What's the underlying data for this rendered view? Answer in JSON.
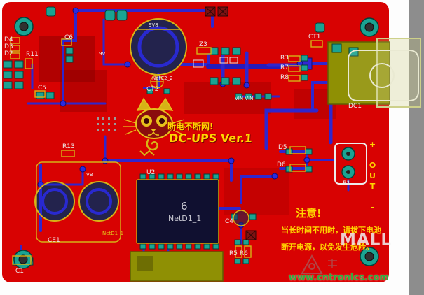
{
  "window": {
    "background": "#ffffff",
    "side_strip_color": "#8d8d8d"
  },
  "board": {
    "color": "#d80202",
    "silk_color": "#d6b316",
    "trace_color": "#2828d8",
    "pad_color": "#1aa392"
  },
  "logo": {
    "line1": "断电不断网!",
    "line2": "DC-UPS Ver.1"
  },
  "warning": {
    "title": "注意!",
    "line1": "当长时间不用时，请拔下电池",
    "line2": "断开电源，以免发生危险。"
  },
  "connector": {
    "out_label": "+ OUT -"
  },
  "components": {
    "d4": "D4",
    "d3": "D3",
    "d2": "D2",
    "r11": "R11",
    "c6": "C6",
    "c5": "C5",
    "r13": "R13",
    "v9v1": "9V1",
    "v9v8": "9V8",
    "netc2_2": "NetC2_2",
    "ct2": "CT2",
    "z3": "Z3",
    "r3": "R3",
    "r7": "R7",
    "r8": "R8",
    "ct1": "CT1",
    "dc1": "DC1",
    "vb": "VB",
    "vin": "VIN VIN",
    "u2": "U2",
    "ic_pin_number": "6",
    "ic_net_name": "NetD1_1",
    "netd1_1": "NetD1_1",
    "ce1": "CE1",
    "c1": "C1",
    "c4": "C4",
    "r5r6": "R5 R6",
    "d5": "D5",
    "d6": "D6",
    "p1": "P1"
  },
  "watermark": {
    "brand": "MALL",
    "url": "www.cntronics.com"
  }
}
